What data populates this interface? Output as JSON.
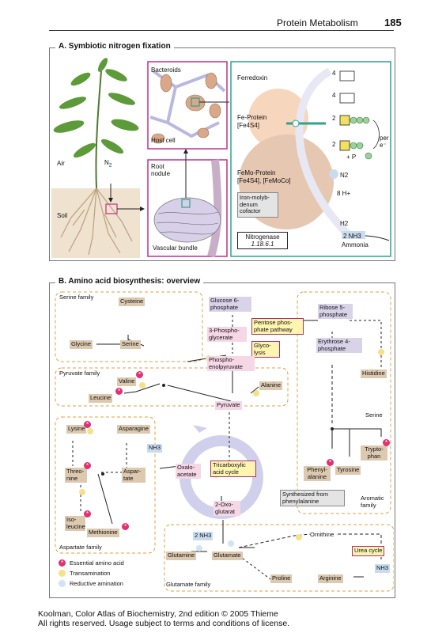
{
  "header": {
    "title": "Protein Metabolism",
    "page": "185"
  },
  "sectionA": {
    "title": "A. Symbiotic nitrogen fixation",
    "air": "Air",
    "n2": "N",
    "n2_sub": "2",
    "soil": "Soil",
    "bacteroids": "Bacteroids",
    "host_cell": "Host cell",
    "root_nodule": "Root nodule",
    "vascular_bundle": "Vascular bundle",
    "ferredoxin": "Ferredoxin",
    "fe_protein": "Fe-Protein",
    "fe_s": "[Fe4S4]",
    "femo_protein": "FeMo-Protein",
    "femo_s": "[Fe4S4], [FeMoCo]",
    "cofactor": "Iron-molyb-denum cofactor",
    "n2_mol": "N2",
    "h8": "8 H+",
    "h2": "H2",
    "nh3": "2 NH3",
    "ammonia": "Ammonia",
    "per_e": "per e⁻",
    "plus_p": "+ P",
    "nitrogenase": "Nitrogenase",
    "ec": "1.18.6.1",
    "n4a": "4",
    "n4b": "4",
    "n2a": "2",
    "n2b": "2"
  },
  "sectionB": {
    "title": "B. Amino acid biosynthesis: overview",
    "serine_family": "Serine family",
    "pyruvate_family": "Pyruvate family",
    "aspartate_family": "Aspartate family",
    "glutamate_family": "Glutamate family",
    "aromatic_family": "Aromatic family",
    "glucose6p": "Glucose 6-phosphate",
    "ribose5p": "Ribose 5-phosphate",
    "pentose": "Pentose phos-phate pathway",
    "erythrose": "Erythrose 4-phosphate",
    "phosphoglycerate": "3-Phospho-glycerate",
    "glycolysis": "Glyco-lysis",
    "pep": "Phospho-enolpyruvate",
    "pyruvate": "Pyruvate",
    "cysteine": "Cysteine",
    "glycine": "Glycine",
    "serine": "Serine",
    "valine": "Valine",
    "leucine": "Leucine",
    "alanine": "Alanine",
    "histidine": "Histidine",
    "serine2": "Serine",
    "tryptophan": "Trypto-phan",
    "phenylalanine": "Phenyl-alanine",
    "tyrosine": "Tyrosine",
    "synth_phe": "Synthesized from phenylalanine",
    "lysine": "Lysine",
    "asparagine": "Asparagine",
    "nh3": "NH3",
    "threonine": "Threo-nine",
    "aspartate": "Aspar-tate",
    "oxaloacetate": "Oxalo-acetate",
    "tca": "Tricarboxylic acid cycle",
    "isoleucine": "Iso-leucine",
    "methionine": "Methionine",
    "oxoglutarat": "2-Oxo-glutarat",
    "nh3b": "2 NH3",
    "glutamine": "Glutamine",
    "glutamate": "Glutamate",
    "ornithine": "Ornithine",
    "urea": "Urea cycle",
    "nh3c": "NH3",
    "proline": "Proline",
    "arginine": "Arginine",
    "legend": {
      "essential": "Essential amino acid",
      "transamination": "Transamination",
      "reductive": "Reductive amination"
    }
  },
  "footer": {
    "line1": "Koolman, Color Atlas of Biochemistry, 2nd edition © 2005 Thieme",
    "line2": "All rights reserved. Usage subject to terms and conditions of license."
  },
  "colors": {
    "tan": "#dcc9b0",
    "pink": "#f6d7e6",
    "lavender": "#d9d3ea",
    "blue": "#c9dbee",
    "essential": "#e23070",
    "dash": "#e0a040",
    "magenta": "#c0308a",
    "teal": "#2aa58a"
  }
}
